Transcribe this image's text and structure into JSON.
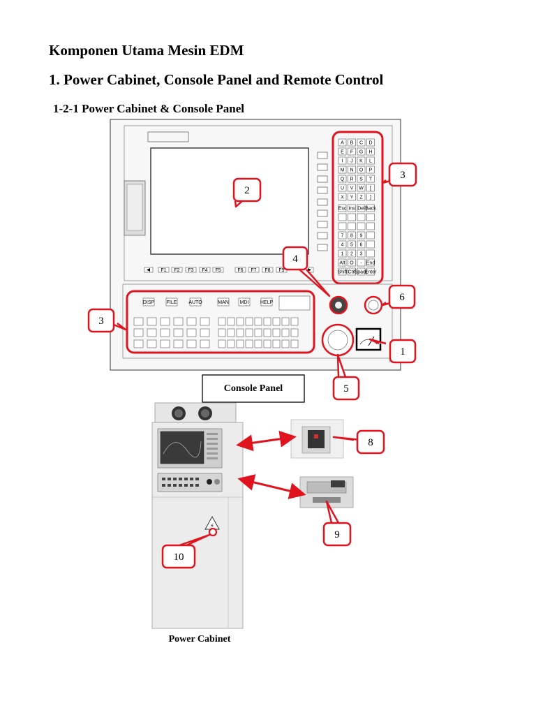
{
  "document": {
    "title": "Komponen Utama Mesin EDM",
    "section": "1. Power Cabinet, Console Panel and Remote Control",
    "subsection": "1-2-1 Power Cabinet & Console Panel"
  },
  "figure": {
    "console_caption": "Console Panel",
    "cabinet_caption": "Power Cabinet",
    "callouts": [
      "1",
      "2",
      "3",
      "3",
      "4",
      "5",
      "6",
      "8",
      "9",
      "10"
    ],
    "alpha_keys": [
      "A",
      "B",
      "C",
      "D",
      "E",
      "F",
      "G",
      "H",
      "I",
      "J",
      "K",
      "L",
      "M",
      "N",
      "O",
      "P",
      "Q",
      "R",
      "S",
      "T",
      "U",
      "V",
      "W",
      "[",
      "X",
      "Y",
      "Z",
      "]"
    ],
    "special_keys": [
      "Esc",
      "Ins",
      "Del",
      "Back",
      "Alt",
      "O",
      "-",
      "End",
      "Shift",
      "Ctrl",
      "Space",
      "Enter"
    ],
    "num_keys": [
      "7",
      "8",
      "9",
      "4",
      "5",
      "6",
      "1",
      "2",
      "3"
    ],
    "mode_keys": [
      "DISP",
      "FILE",
      "AUTO",
      "MAN",
      "MDI",
      "HELP"
    ],
    "fkeys": [
      "F1",
      "F2",
      "F3",
      "F4",
      "F5",
      "F6",
      "F7",
      "F8",
      "F9"
    ],
    "colors": {
      "callout": "#e0141e",
      "arrow": "#e0141e"
    }
  }
}
